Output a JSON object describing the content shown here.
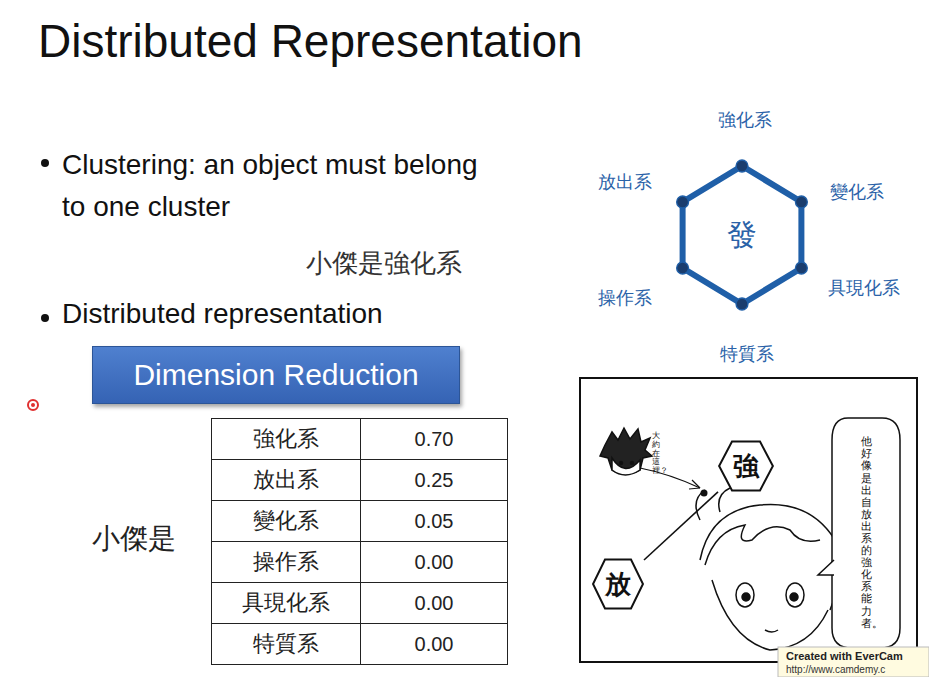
{
  "diagram": {
    "title": "Distributed Representation",
    "nodes": [
      {
        "text": [
          "Dimension Reduction"
        ]
      },
      {
        "text": [
          "發"
        ]
      },
      {
        "text": [
          "強"
        ]
      },
      {
        "text": [
          "放"
        ]
      },
      {
        "text": [
          "他好像是出自放出系的強化系能力者。"
        ]
      }
    ],
    "edges": [
      {
        "from": 3,
        "to": 2,
        "arrow": "none"
      }
    ],
    "labels": [
      "Clustering: an object must belong to one cluster",
      "小傑是強化系",
      "Distributed representation",
      "強化系",
      "0.70",
      "放出系",
      "0.25",
      "變化系",
      "0.05",
      "操作系",
      "0.00",
      "具現化系",
      "0.00",
      "特質系",
      "0.00",
      "小傑是",
      "強化系",
      "放出系",
      "變化系",
      "具現化系",
      "操作系",
      "特質系",
      "大約在這裡？",
      "Created with EverCam",
      "http://www.camdemy.c"
    ]
  }
}
